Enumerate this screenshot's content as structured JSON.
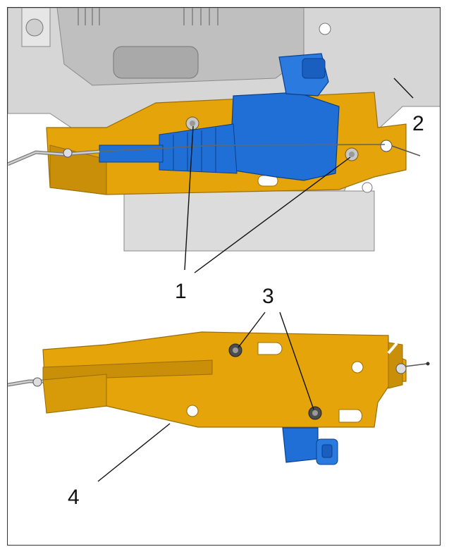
{
  "callouts": {
    "c1": "1",
    "c2": "2",
    "c3": "3",
    "c4": "4"
  },
  "colors": {
    "bracket": "#e5a50a",
    "bracket_dark": "#b07d08",
    "actuator": "#1f6fd6",
    "actuator_dark": "#0d4aa0",
    "housing": "#d6d6d6",
    "housing_dark": "#9b9b9b",
    "line": "#111111"
  }
}
